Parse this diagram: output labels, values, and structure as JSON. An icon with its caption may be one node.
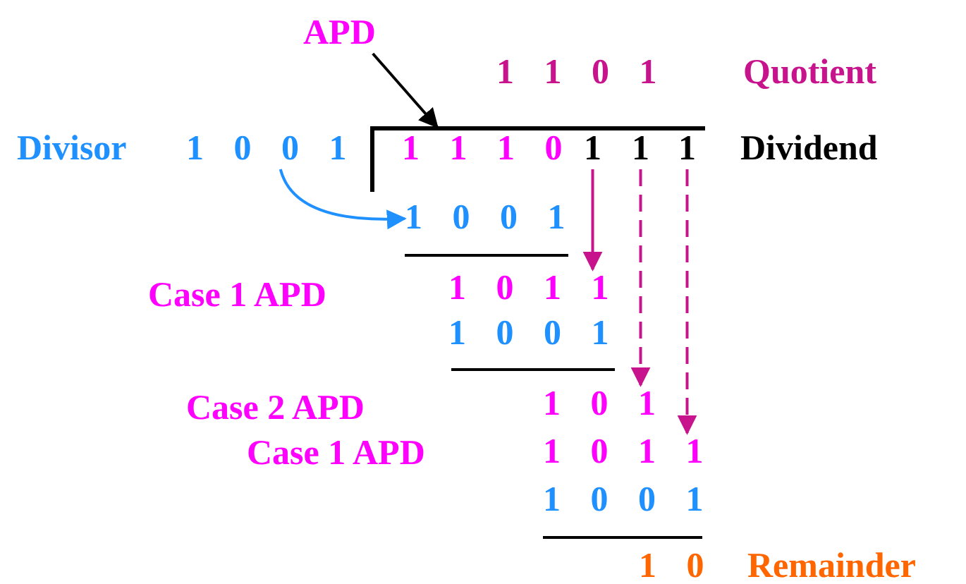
{
  "diagram": {
    "nodes": [
      {
        "text": [
          "APD"
        ]
      },
      {
        "text": [
          "1 0 0 1"
        ]
      },
      {
        "text": [
          "1 1 1 0"
        ]
      },
      {
        "text": [
          "1"
        ]
      },
      {
        "text": [
          "1"
        ]
      },
      {
        "text": [
          "1"
        ]
      },
      {
        "text": [
          "1 0 0 1"
        ]
      },
      {
        "text": [
          "1 0 1 1"
        ]
      },
      {
        "text": [
          "1 0 1"
        ]
      },
      {
        "text": [
          "1 0 1 1"
        ]
      }
    ],
    "edges": [
      {
        "from": 0,
        "to": 2,
        "arrow": "to",
        "color": "#000000"
      },
      {
        "from": 1,
        "to": 6,
        "arrow": "to",
        "color": "#1e90ff"
      },
      {
        "from": 3,
        "to": 7,
        "arrow": "to"
      },
      {
        "from": 4,
        "to": 8,
        "arrow": "to",
        "style": "dashed"
      },
      {
        "from": 5,
        "to": 9,
        "arrow": "to",
        "style": "dashed"
      }
    ],
    "labels": [
      "1 1 0 1",
      "Quotient",
      "Divisor",
      "Dividend",
      "Case 1 APD",
      "1 0 0 1",
      "Case 2 APD",
      "Case 1 APD",
      "1 0 0 1",
      "1 0",
      "Remainder"
    ]
  }
}
